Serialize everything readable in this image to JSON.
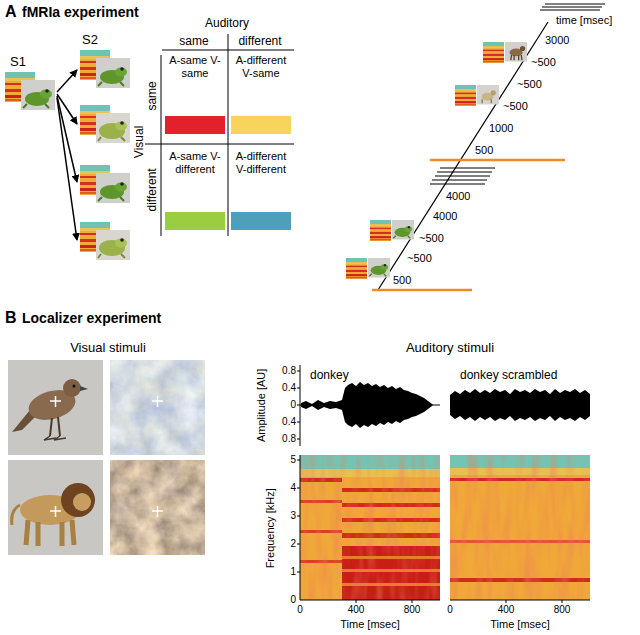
{
  "diagram": {
    "labels": [
      "A",
      "fMRIa experiment",
      "S1",
      "S2",
      "Auditory",
      "same",
      "different",
      "Visual",
      "same",
      "different",
      "time [msec]",
      "3000",
      "~500",
      "~500",
      "~500",
      "1000",
      "500",
      "4000",
      "4000",
      "~500",
      "~500",
      "500",
      "B",
      "Localizer experiment",
      "Visual stimuli",
      "Auditory stimuli",
      "donkey",
      "donkey scrambled",
      "Amplitude [AU]",
      "0.8",
      "0.4",
      "0",
      "0.4",
      "0.8",
      "Frequency [kHz]",
      "5",
      "4",
      "3",
      "2",
      "1",
      "0",
      "0",
      "400",
      "800",
      "Time [msec]",
      "0",
      "400",
      "800",
      "Time [msec]"
    ],
    "legend": [
      {
        "text": "A-same V-same",
        "color": "#e2212c"
      },
      {
        "text": "A-different V-same",
        "color": "#f7d55c"
      },
      {
        "text": "A-same V-different",
        "color": "#9acd3f"
      },
      {
        "text": "A-different V-different",
        "color": "#4e9fba"
      }
    ]
  }
}
